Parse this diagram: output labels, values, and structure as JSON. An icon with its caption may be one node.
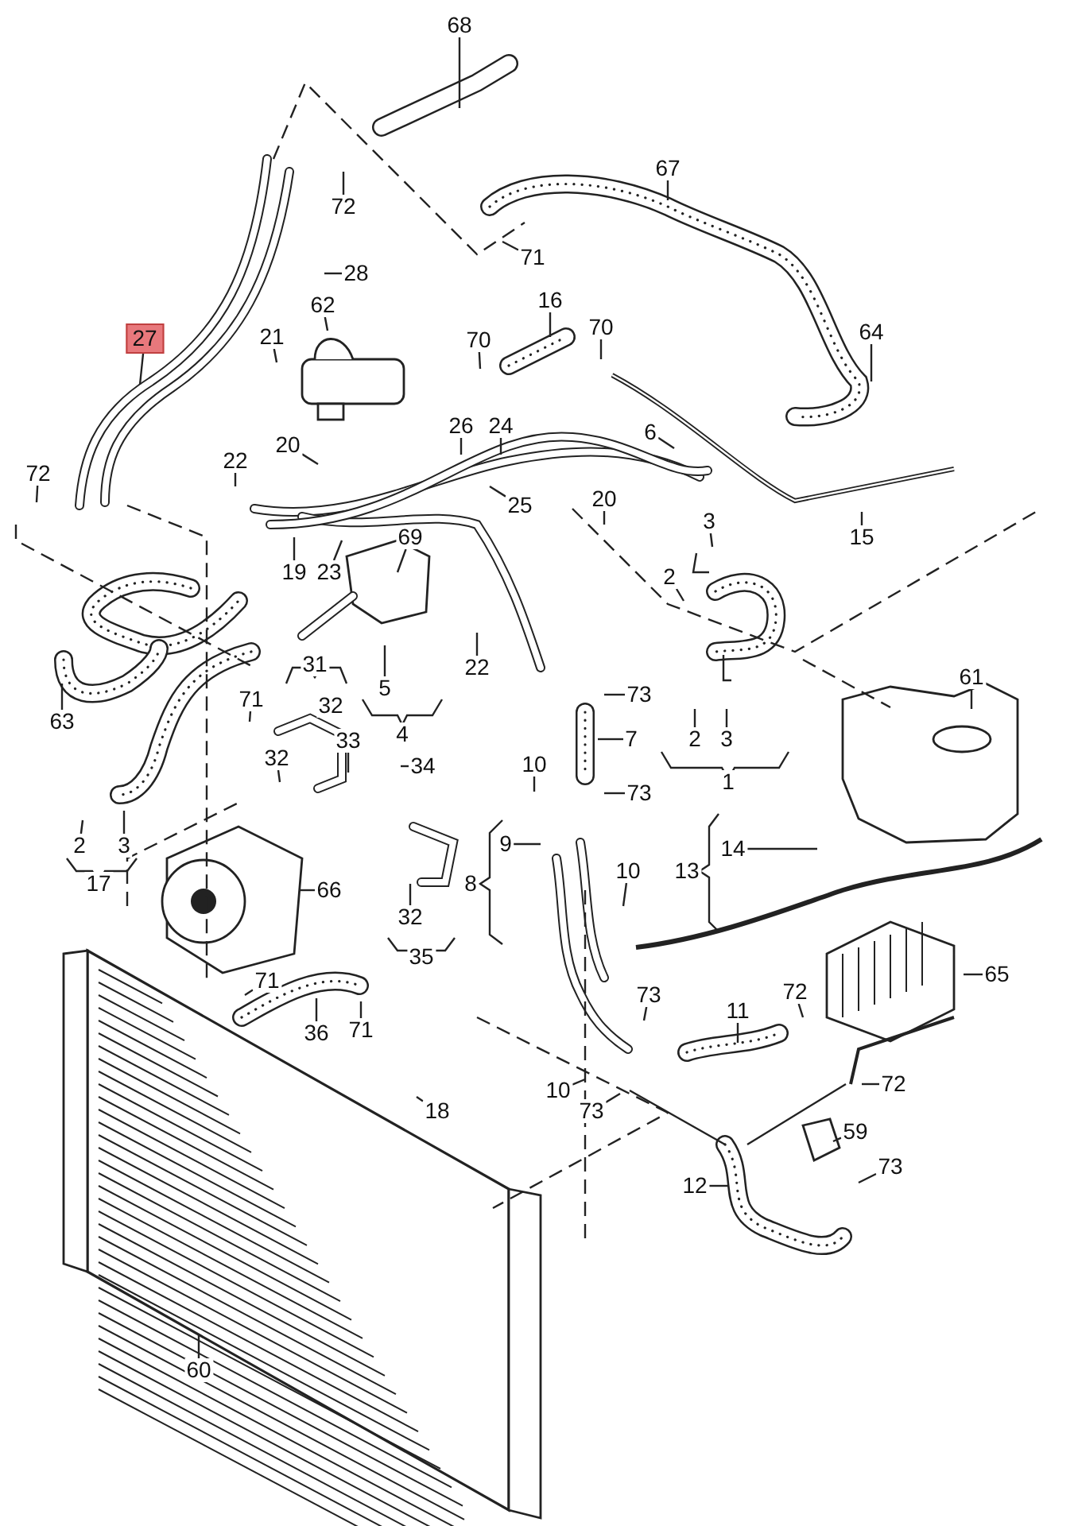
{
  "diagram": {
    "nodes": [
      {
        "text": [
          "68"
        ]
      },
      {
        "text": [
          "72"
        ]
      },
      {
        "text": [
          "71"
        ]
      },
      {
        "text": [
          "28"
        ]
      },
      {
        "text": [
          "27"
        ]
      },
      {
        "text": [
          "62"
        ]
      },
      {
        "text": [
          "21"
        ]
      },
      {
        "text": [
          "67"
        ]
      },
      {
        "text": [
          "16"
        ]
      },
      {
        "text": [
          "70"
        ]
      },
      {
        "text": [
          "70"
        ]
      },
      {
        "text": [
          "64"
        ]
      },
      {
        "text": [
          "72"
        ]
      },
      {
        "text": [
          "22"
        ]
      },
      {
        "text": [
          "20"
        ]
      },
      {
        "text": [
          "26"
        ]
      },
      {
        "text": [
          "24"
        ]
      },
      {
        "text": [
          "6"
        ]
      },
      {
        "text": [
          "25"
        ]
      },
      {
        "text": [
          "19"
        ]
      },
      {
        "text": [
          "23"
        ]
      },
      {
        "text": [
          "69"
        ]
      },
      {
        "text": [
          "15"
        ]
      },
      {
        "text": [
          "20"
        ]
      },
      {
        "text": [
          "3"
        ]
      },
      {
        "text": [
          "2"
        ]
      },
      {
        "text": [
          "63"
        ]
      },
      {
        "text": [
          "31"
        ]
      },
      {
        "text": [
          "32"
        ]
      },
      {
        "text": [
          "5"
        ]
      },
      {
        "text": [
          "22"
        ]
      },
      {
        "text": [
          "4"
        ]
      },
      {
        "text": [
          "73"
        ]
      },
      {
        "text": [
          "2"
        ]
      },
      {
        "text": [
          "3"
        ]
      },
      {
        "text": [
          "1"
        ]
      },
      {
        "text": [
          "61"
        ]
      },
      {
        "text": [
          "7"
        ]
      },
      {
        "text": [
          "71"
        ]
      },
      {
        "text": [
          "32"
        ]
      },
      {
        "text": [
          "33"
        ]
      },
      {
        "text": [
          "34"
        ]
      },
      {
        "text": [
          "10"
        ]
      },
      {
        "text": [
          "73"
        ]
      },
      {
        "text": [
          "2"
        ]
      },
      {
        "text": [
          "3"
        ]
      },
      {
        "text": [
          "17"
        ]
      },
      {
        "text": [
          "9"
        ]
      },
      {
        "text": [
          "14"
        ]
      },
      {
        "text": [
          "13"
        ]
      },
      {
        "text": [
          "10"
        ]
      },
      {
        "text": [
          "8"
        ]
      },
      {
        "text": [
          "66"
        ]
      },
      {
        "text": [
          "32"
        ]
      },
      {
        "text": [
          "35"
        ]
      },
      {
        "text": [
          "65"
        ]
      },
      {
        "text": [
          "71"
        ]
      },
      {
        "text": [
          "36"
        ]
      },
      {
        "text": [
          "71"
        ]
      },
      {
        "text": [
          "73"
        ]
      },
      {
        "text": [
          "11"
        ]
      },
      {
        "text": [
          "72"
        ]
      },
      {
        "text": [
          "18"
        ]
      },
      {
        "text": [
          "10"
        ]
      },
      {
        "text": [
          "73"
        ]
      },
      {
        "text": [
          "72"
        ]
      },
      {
        "text": [
          "59"
        ]
      },
      {
        "text": [
          "73"
        ]
      },
      {
        "text": [
          "12"
        ]
      },
      {
        "text": [
          "60"
        ]
      }
    ],
    "edges": [
      {
        "from": 0,
        "to": null,
        "arrow": "none"
      },
      {
        "from": 1,
        "to": null,
        "arrow": "none"
      },
      {
        "from": 2,
        "to": null,
        "arrow": "none"
      },
      {
        "from": 3,
        "to": null,
        "arrow": "none"
      },
      {
        "from": 4,
        "to": null,
        "arrow": "none"
      },
      {
        "from": 5,
        "to": null,
        "arrow": "none"
      },
      {
        "from": 6,
        "to": null,
        "arrow": "none"
      },
      {
        "from": 7,
        "to": null,
        "arrow": "none"
      },
      {
        "from": 8,
        "to": null,
        "arrow": "none"
      },
      {
        "from": 9,
        "to": null,
        "arrow": "none"
      },
      {
        "from": 10,
        "to": null,
        "arrow": "none"
      },
      {
        "from": 11,
        "to": null,
        "arrow": "none"
      },
      {
        "from": 12,
        "to": null,
        "arrow": "none"
      },
      {
        "from": 13,
        "to": null,
        "arrow": "none"
      },
      {
        "from": 14,
        "to": null,
        "arrow": "none"
      },
      {
        "from": 15,
        "to": null,
        "arrow": "none"
      },
      {
        "from": 16,
        "to": null,
        "arrow": "none"
      },
      {
        "from": 17,
        "to": null,
        "arrow": "none"
      },
      {
        "from": 18,
        "to": null,
        "arrow": "none"
      },
      {
        "from": 19,
        "to": null,
        "arrow": "none"
      },
      {
        "from": 20,
        "to": null,
        "arrow": "none"
      },
      {
        "from": 21,
        "to": null,
        "arrow": "none"
      },
      {
        "from": 22,
        "to": null,
        "arrow": "none"
      },
      {
        "from": 23,
        "to": null,
        "arrow": "none"
      },
      {
        "from": 24,
        "to": null,
        "arrow": "none"
      },
      {
        "from": 25,
        "to": null,
        "arrow": "none"
      },
      {
        "from": 26,
        "to": null,
        "arrow": "none"
      },
      {
        "from": 29,
        "to": null,
        "arrow": "none"
      },
      {
        "from": 30,
        "to": null,
        "arrow": "none"
      },
      {
        "from": 32,
        "to": null,
        "arrow": "none"
      },
      {
        "from": 33,
        "to": null,
        "arrow": "none"
      },
      {
        "from": 34,
        "to": null,
        "arrow": "none"
      },
      {
        "from": 36,
        "to": null,
        "arrow": "none"
      },
      {
        "from": 37,
        "to": null,
        "arrow": "none"
      },
      {
        "from": 38,
        "to": null,
        "arrow": "none"
      },
      {
        "from": 39,
        "to": null,
        "arrow": "none"
      },
      {
        "from": 40,
        "to": null,
        "arrow": "none"
      },
      {
        "from": 41,
        "to": null,
        "arrow": "none"
      },
      {
        "from": 42,
        "to": null,
        "arrow": "none"
      },
      {
        "from": 43,
        "to": null,
        "arrow": "none"
      },
      {
        "from": 44,
        "to": null,
        "arrow": "none"
      },
      {
        "from": 45,
        "to": null,
        "arrow": "none"
      },
      {
        "from": 47,
        "to": null,
        "arrow": "none"
      },
      {
        "from": 48,
        "to": null,
        "arrow": "none"
      },
      {
        "from": 50,
        "to": null,
        "arrow": "none"
      },
      {
        "from": 52,
        "to": null,
        "arrow": "none"
      },
      {
        "from": 53,
        "to": null,
        "arrow": "none"
      },
      {
        "from": 55,
        "to": null,
        "arrow": "none"
      },
      {
        "from": 56,
        "to": null,
        "arrow": "none"
      },
      {
        "from": 57,
        "to": null,
        "arrow": "none"
      },
      {
        "from": 58,
        "to": null,
        "arrow": "none"
      },
      {
        "from": 59,
        "to": null,
        "arrow": "none"
      },
      {
        "from": 60,
        "to": null,
        "arrow": "none"
      },
      {
        "from": 61,
        "to": null,
        "arrow": "none"
      },
      {
        "from": 62,
        "to": null,
        "arrow": "none"
      },
      {
        "from": 63,
        "to": null,
        "arrow": "none"
      },
      {
        "from": 64,
        "to": null,
        "arrow": "none"
      },
      {
        "from": 65,
        "to": null,
        "arrow": "none"
      },
      {
        "from": 66,
        "to": null,
        "arrow": "none"
      },
      {
        "from": 67,
        "to": null,
        "arrow": "none"
      },
      {
        "from": 68,
        "to": null,
        "arrow": "none"
      },
      {
        "from": 69,
        "to": null,
        "arrow": "none"
      }
    ]
  }
}
